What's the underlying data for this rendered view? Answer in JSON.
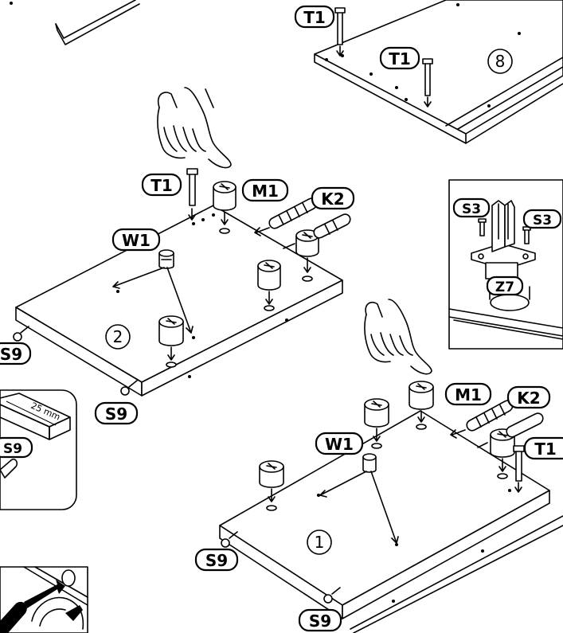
{
  "labels": {
    "T1": "T1",
    "M1": "M1",
    "K2": "K2",
    "W1": "W1",
    "S9": "S9",
    "S3": "S3",
    "Z7": "Z7"
  },
  "steps": {
    "one": "1",
    "two": "2",
    "eight": "8"
  },
  "dimension": "25 mm"
}
